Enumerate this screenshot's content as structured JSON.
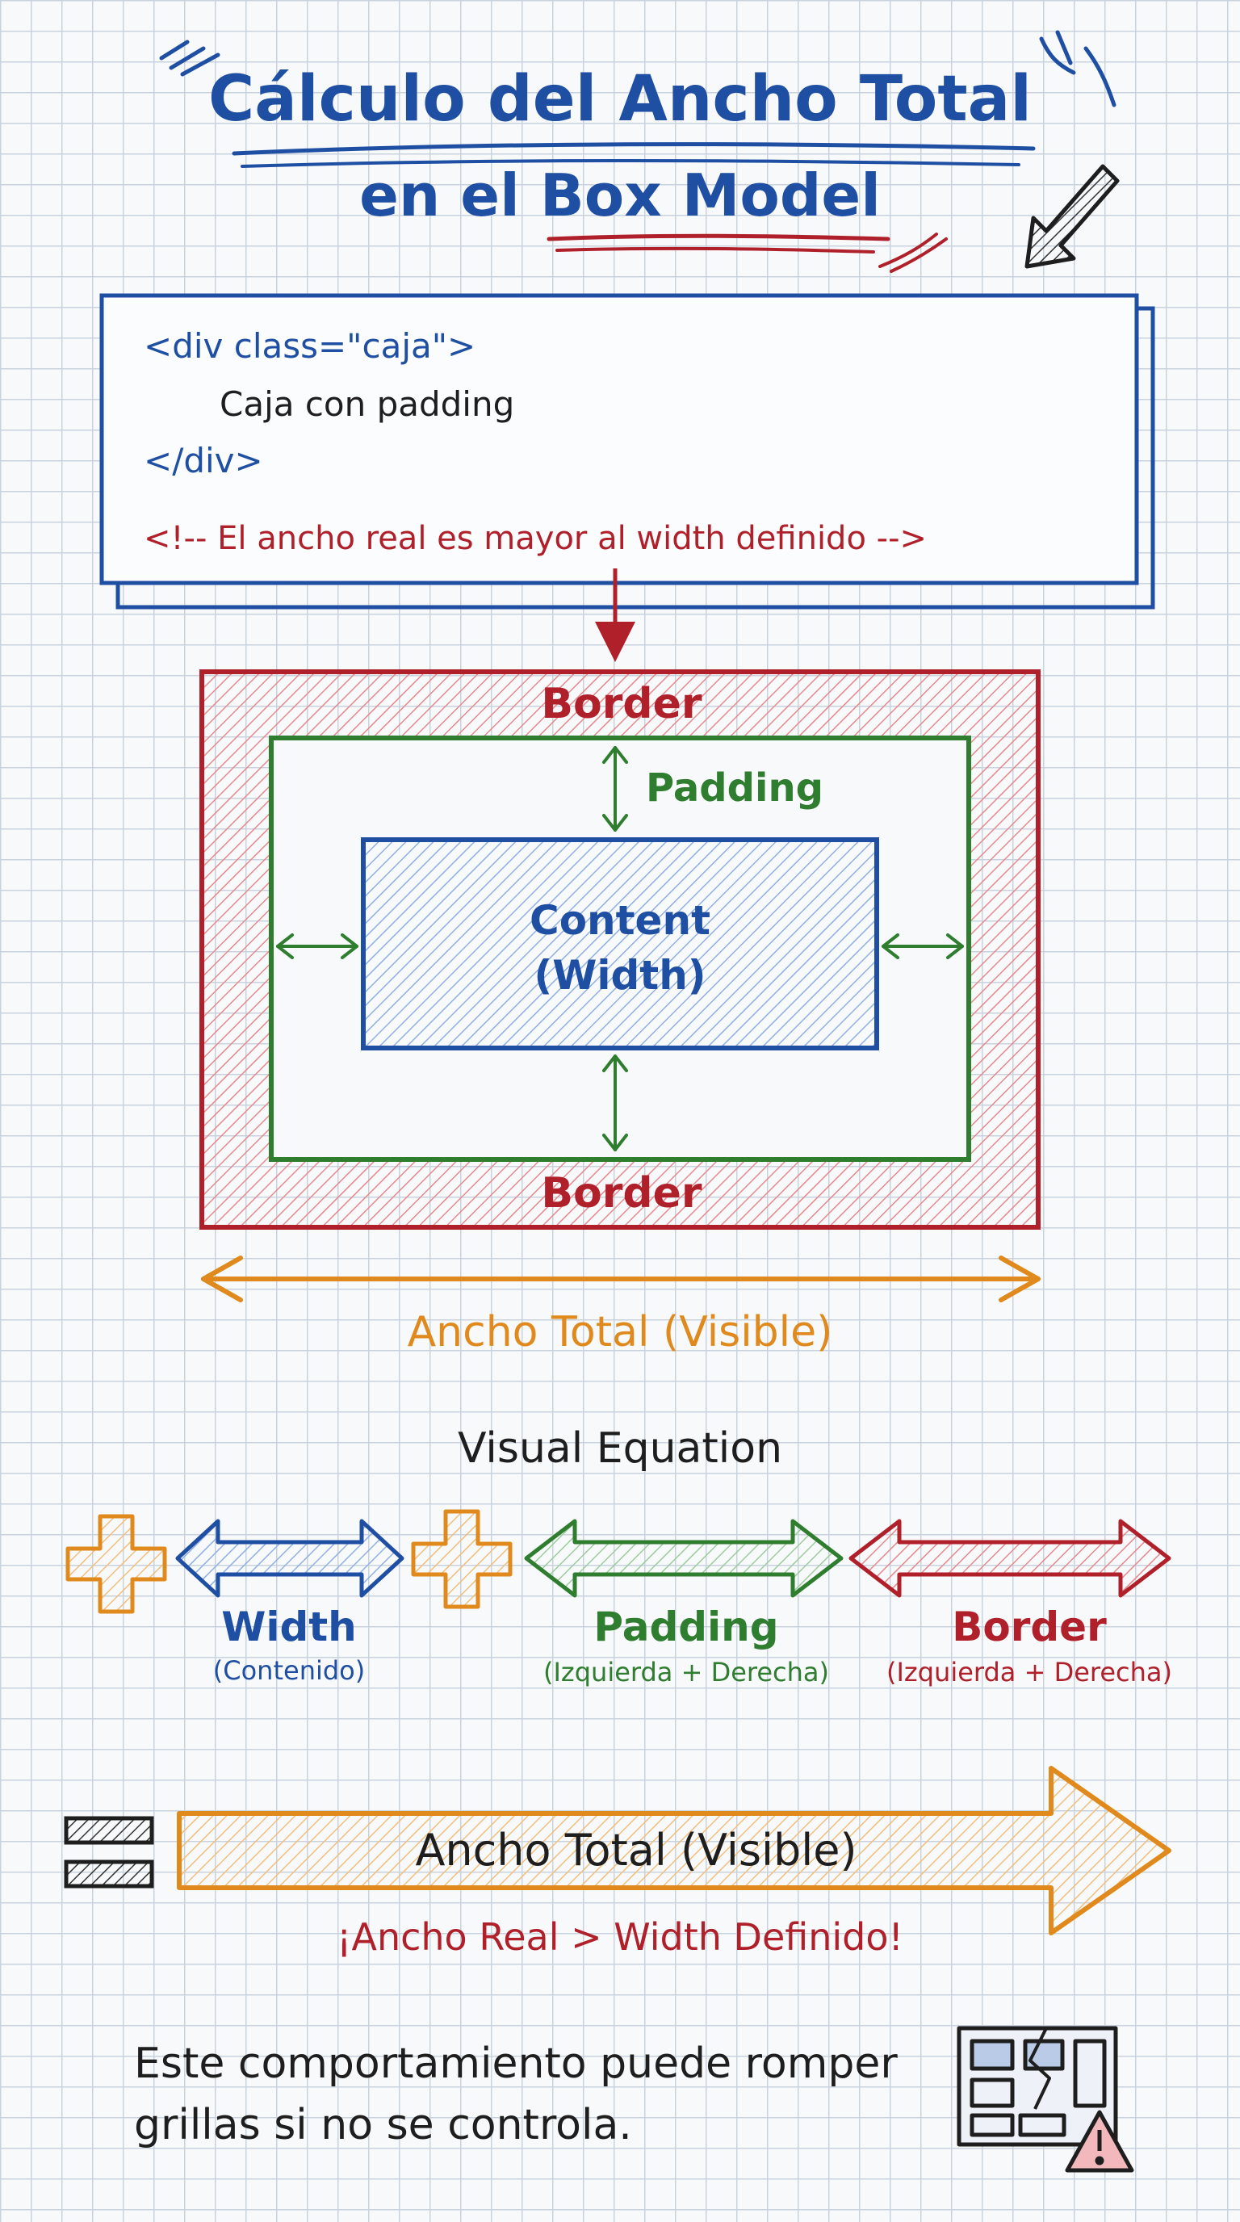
{
  "title": {
    "line1": "Cálculo del Ancho Total",
    "line2": "en el Box Model"
  },
  "code": {
    "open_tag": "<div class=\"caja\">",
    "text": "Caja con padding",
    "close_tag": "</div>",
    "comment": "<!-- El ancho real es mayor al width definido -->"
  },
  "box_model": {
    "border_label": "Border",
    "padding_label": "Padding",
    "content_label": "Content",
    "content_sublabel": "(Width)"
  },
  "total_label": "Ancho Total (Visible)",
  "equation": {
    "heading": "Visual Equation",
    "terms": [
      {
        "name": "Width",
        "sub": "(Contenido)"
      },
      {
        "name": "Padding",
        "sub": "(Izquierda + Derecha)"
      },
      {
        "name": "Border",
        "sub": "(Izquierda + Derecha)"
      }
    ],
    "result": "Ancho Total (Visible)",
    "result_note": "¡Ancho Real > Width Definido!"
  },
  "footer": {
    "note": "Este comportamiento puede romper grillas si no se controla."
  },
  "icons": [
    "plus-icon",
    "equals-icon",
    "broken-grid-warning-icon",
    "pointer-arrow-icon"
  ],
  "colors": {
    "blue": "#1f4fa3",
    "red": "#b0202a",
    "green": "#2f7d2f",
    "orange": "#e08a1e",
    "text": "#1e1e1e"
  }
}
